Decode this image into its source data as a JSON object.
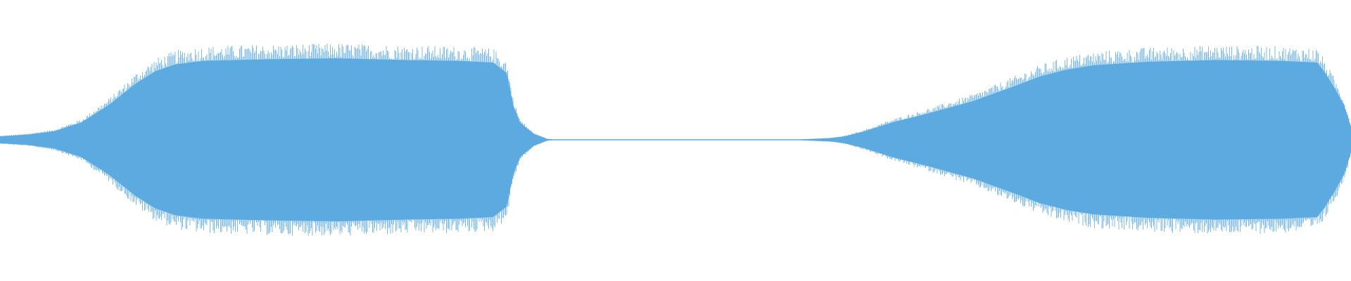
{
  "waveform": {
    "color": "#5dabe0",
    "background": "#ffffff",
    "envelope": [
      [
        0.0,
        0.04
      ],
      [
        0.02,
        0.06
      ],
      [
        0.04,
        0.1
      ],
      [
        0.06,
        0.2
      ],
      [
        0.08,
        0.4
      ],
      [
        0.1,
        0.65
      ],
      [
        0.115,
        0.8
      ],
      [
        0.13,
        0.88
      ],
      [
        0.15,
        0.92
      ],
      [
        0.2,
        0.94
      ],
      [
        0.25,
        0.95
      ],
      [
        0.3,
        0.93
      ],
      [
        0.34,
        0.92
      ],
      [
        0.365,
        0.9
      ],
      [
        0.375,
        0.78
      ],
      [
        0.38,
        0.4
      ],
      [
        0.385,
        0.2
      ],
      [
        0.395,
        0.07
      ],
      [
        0.405,
        0.01
      ],
      [
        0.41,
        0.003
      ],
      [
        0.59,
        0.003
      ],
      [
        0.6,
        0.01
      ],
      [
        0.615,
        0.02
      ],
      [
        0.625,
        0.04
      ],
      [
        0.64,
        0.1
      ],
      [
        0.66,
        0.2
      ],
      [
        0.69,
        0.32
      ],
      [
        0.72,
        0.45
      ],
      [
        0.75,
        0.62
      ],
      [
        0.77,
        0.74
      ],
      [
        0.79,
        0.82
      ],
      [
        0.81,
        0.87
      ],
      [
        0.85,
        0.91
      ],
      [
        0.9,
        0.93
      ],
      [
        0.95,
        0.92
      ],
      [
        0.975,
        0.9
      ],
      [
        0.98,
        0.8
      ],
      [
        0.988,
        0.6
      ],
      [
        0.995,
        0.4
      ],
      [
        1.0,
        0.15
      ]
    ]
  }
}
